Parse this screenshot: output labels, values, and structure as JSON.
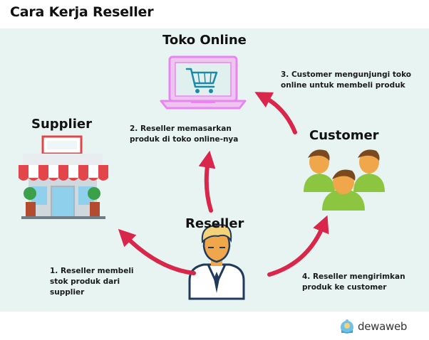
{
  "title": "Cara Kerja Reseller",
  "nodes": {
    "toko_online": "Toko Online",
    "supplier": "Supplier",
    "customer": "Customer",
    "reseller": "Reseller"
  },
  "steps": {
    "step1": [
      "1. Reseller membeli",
      "stok produk dari",
      "supplier"
    ],
    "step2": [
      "2. Reseller memasarkan",
      "produk di toko online-nya"
    ],
    "step3": [
      "3. Customer mengunjungi toko",
      "online untuk membeli produk"
    ],
    "step4": [
      "4. Reseller mengirimkan",
      "produk ke customer"
    ]
  },
  "logo": {
    "text": "dewaweb"
  },
  "colors": {
    "panel": "#e8f4f1",
    "arrow": "#d8274a",
    "laptop_neon": "#e985f0",
    "awning_red": "#e2464b",
    "person_skin": "#f0a64a",
    "shirt_green": "#8cc640",
    "suit_navy": "#203a5c"
  },
  "icons": [
    "laptop-cart-icon",
    "store-icon",
    "customers-icon",
    "reseller-person-icon",
    "dewaweb-logo-icon"
  ]
}
